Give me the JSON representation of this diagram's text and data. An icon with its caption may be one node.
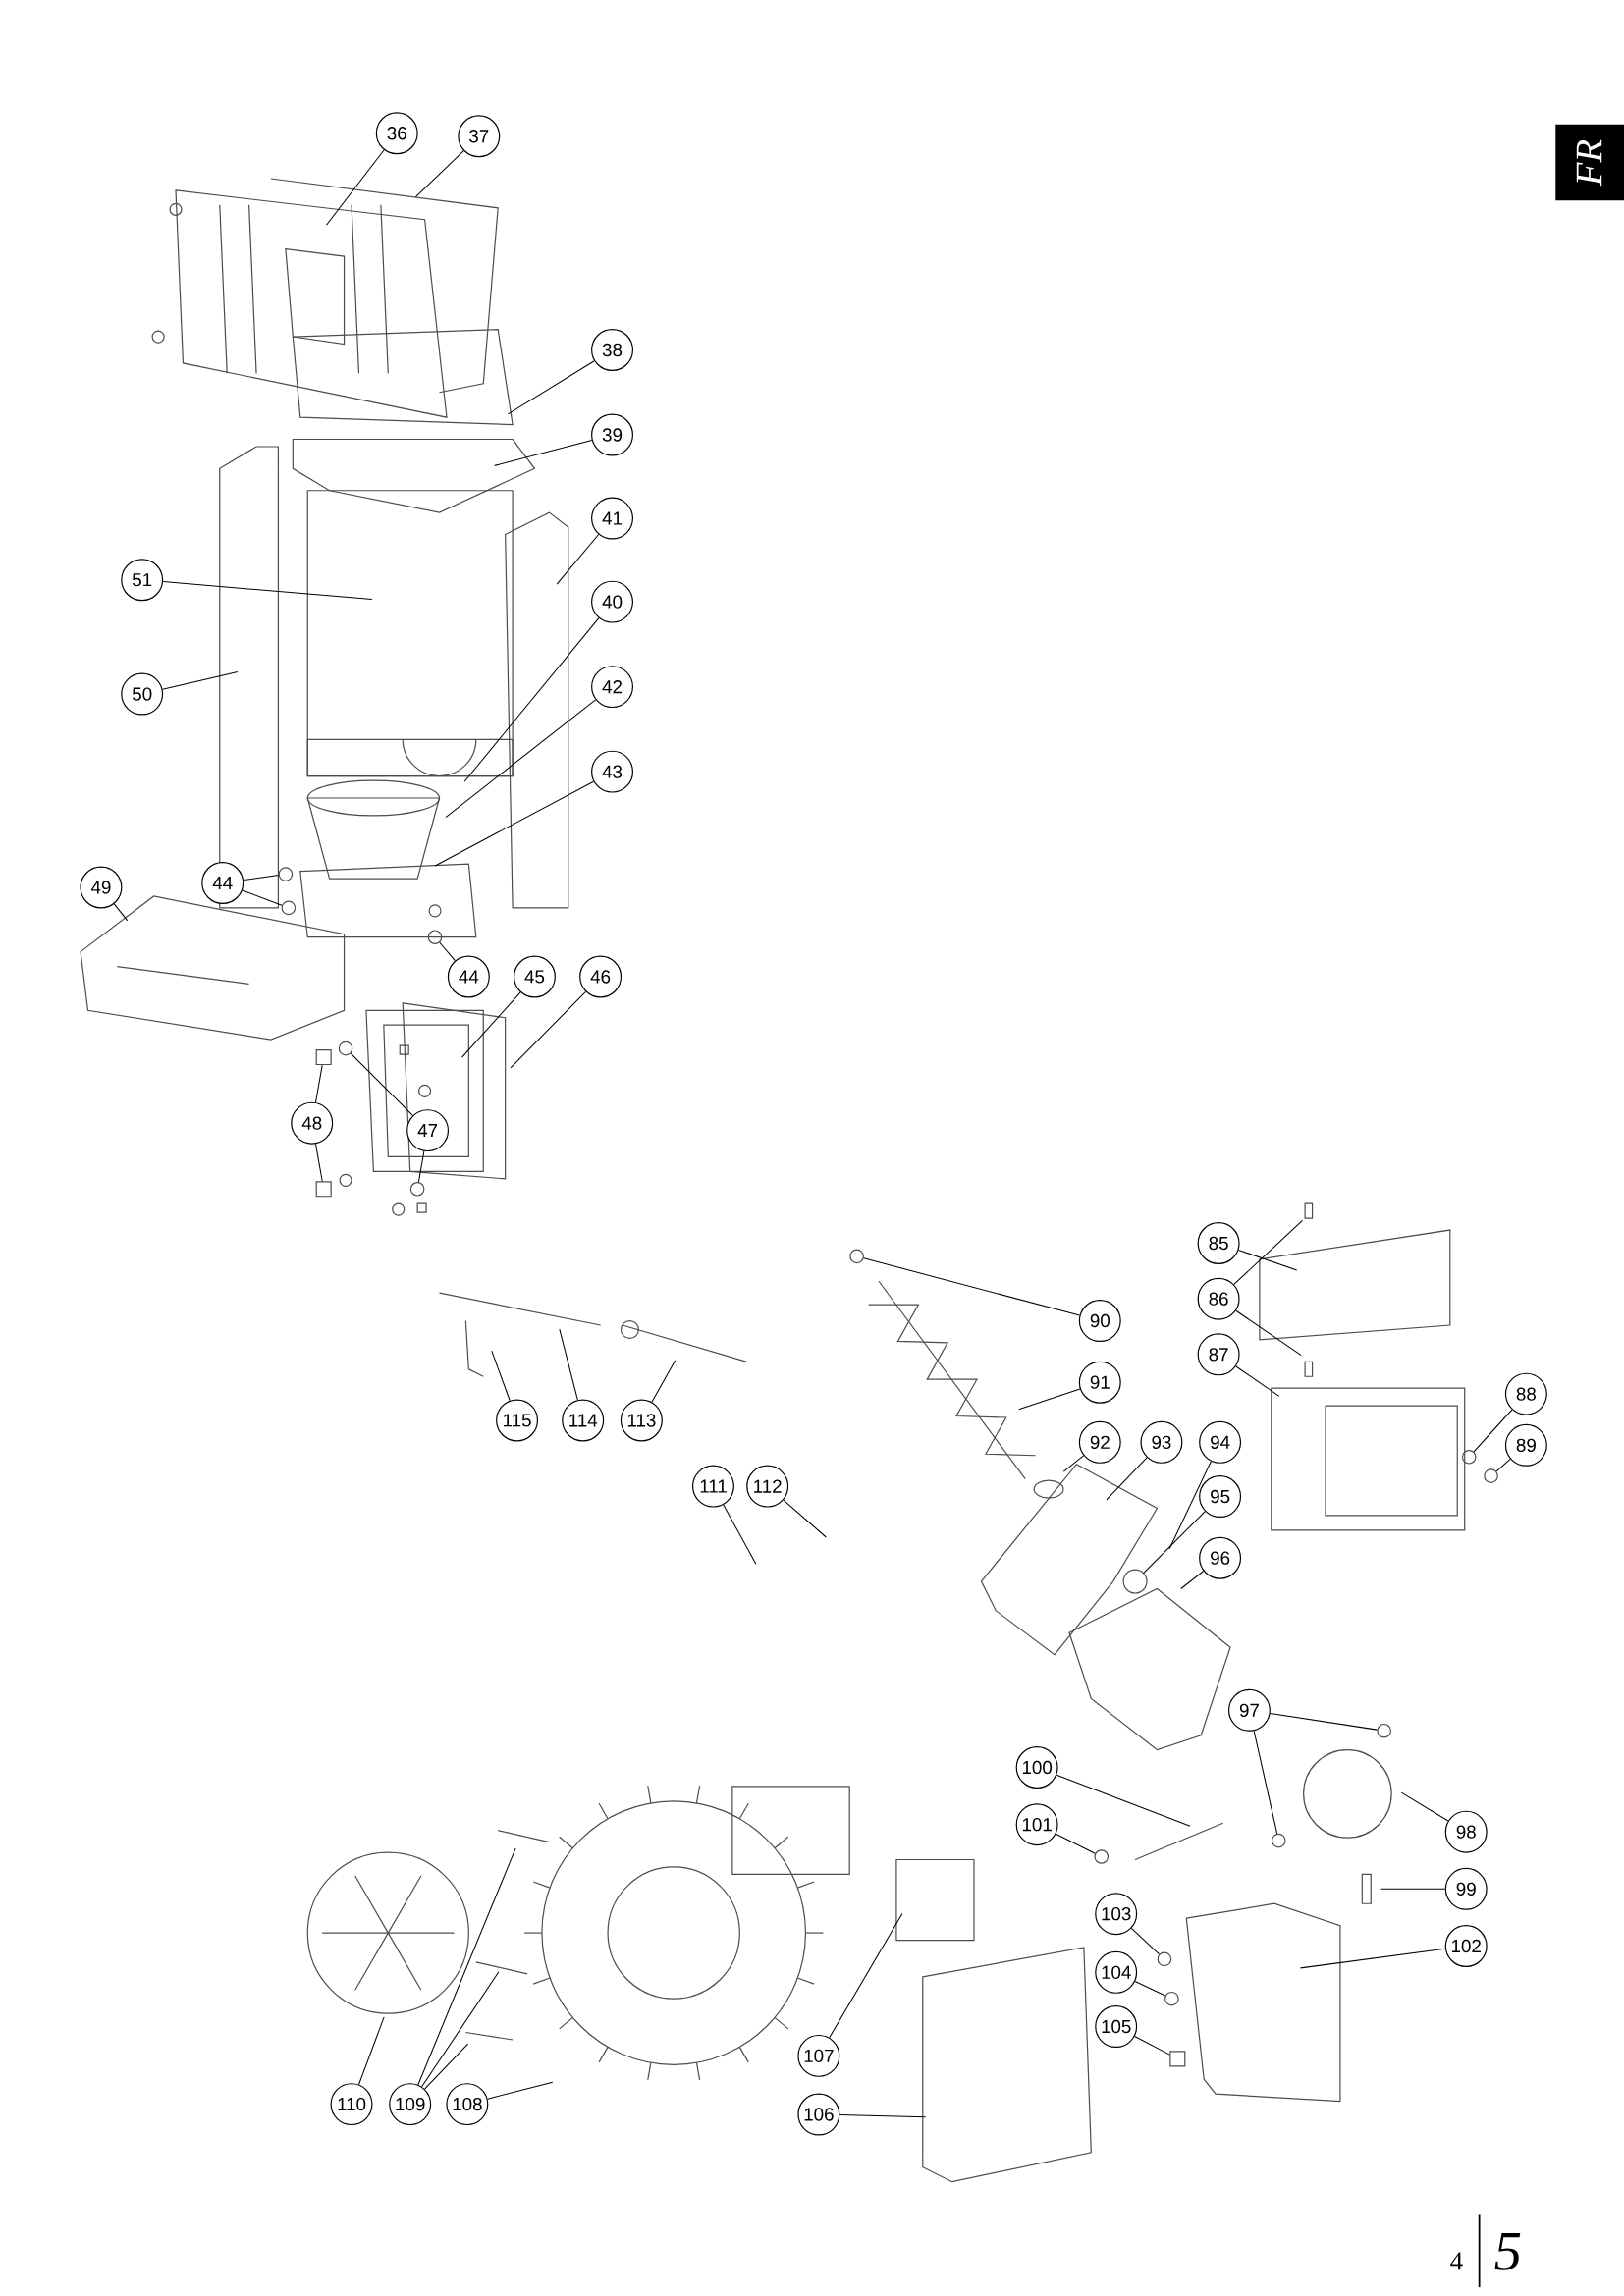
{
  "diagram": {
    "nodes": [
      {
        "text": [
          "36"
        ]
      },
      {
        "text": [
          "37"
        ]
      },
      {
        "text": [
          "38"
        ]
      },
      {
        "text": [
          "39"
        ]
      },
      {
        "text": [
          "41"
        ]
      },
      {
        "text": [
          "51"
        ]
      },
      {
        "text": [
          "40"
        ]
      },
      {
        "text": [
          "50"
        ]
      },
      {
        "text": [
          "42"
        ]
      },
      {
        "text": [
          "43"
        ]
      },
      {
        "text": [
          "49"
        ]
      },
      {
        "text": [
          "44"
        ]
      },
      {
        "text": [
          "44"
        ]
      },
      {
        "text": [
          "45"
        ]
      },
      {
        "text": [
          "46"
        ]
      },
      {
        "text": [
          "48"
        ]
      },
      {
        "text": [
          "47"
        ]
      },
      {
        "text": [
          "85"
        ]
      },
      {
        "text": [
          "90"
        ]
      },
      {
        "text": [
          "86"
        ]
      },
      {
        "text": [
          "87"
        ]
      },
      {
        "text": [
          "91"
        ]
      },
      {
        "text": [
          "88"
        ]
      },
      {
        "text": [
          "115"
        ]
      },
      {
        "text": [
          "114"
        ]
      },
      {
        "text": [
          "113"
        ]
      },
      {
        "text": [
          "92"
        ]
      },
      {
        "text": [
          "93"
        ]
      },
      {
        "text": [
          "94"
        ]
      },
      {
        "text": [
          "89"
        ]
      },
      {
        "text": [
          "111"
        ]
      },
      {
        "text": [
          "112"
        ]
      },
      {
        "text": [
          "95"
        ]
      },
      {
        "text": [
          "96"
        ]
      },
      {
        "text": [
          "97"
        ]
      },
      {
        "text": [
          "100"
        ]
      },
      {
        "text": [
          "101"
        ]
      },
      {
        "text": [
          "98"
        ]
      },
      {
        "text": [
          "99"
        ]
      },
      {
        "text": [
          "103"
        ]
      },
      {
        "text": [
          "102"
        ]
      },
      {
        "text": [
          "104"
        ]
      },
      {
        "text": [
          "105"
        ]
      },
      {
        "text": [
          "107"
        ]
      },
      {
        "text": [
          "110"
        ]
      },
      {
        "text": [
          "109"
        ]
      },
      {
        "text": [
          "108"
        ]
      },
      {
        "text": [
          "106"
        ]
      },
      {
        "text": [],
        "shape": "circle"
      },
      {
        "text": [],
        "shape": "circle"
      },
      {
        "text": [],
        "shape": "circle"
      },
      {
        "text": [],
        "shape": "box"
      },
      {
        "text": [],
        "shape": "box"
      },
      {
        "text": [],
        "shape": "circle"
      },
      {
        "text": [],
        "shape": "circle"
      },
      {
        "text": [],
        "shape": "circle"
      },
      {
        "text": [],
        "shape": "circle"
      },
      {
        "text": [],
        "shape": "circle"
      },
      {
        "text": [],
        "shape": "circle"
      },
      {
        "text": [],
        "shape": "circle"
      },
      {
        "text": [],
        "shape": "circle"
      },
      {
        "text": [],
        "shape": "circle"
      },
      {
        "text": [],
        "shape": "circle"
      },
      {
        "text": [],
        "shape": "box"
      }
    ],
    "edges": [
      {
        "from": 0,
        "to": null,
        "arrow": "none"
      },
      {
        "from": 1,
        "to": null,
        "arrow": "none"
      },
      {
        "from": 2,
        "to": null,
        "arrow": "none"
      },
      {
        "from": 3,
        "to": null,
        "arrow": "none"
      },
      {
        "from": 4,
        "to": null,
        "arrow": "none"
      },
      {
        "from": 5,
        "to": null,
        "arrow": "none"
      },
      {
        "from": 6,
        "to": null,
        "arrow": "none"
      },
      {
        "from": 7,
        "to": null,
        "arrow": "none"
      },
      {
        "from": 8,
        "to": null,
        "arrow": "none"
      },
      {
        "from": 9,
        "to": null,
        "arrow": "none"
      },
      {
        "from": 10,
        "to": null,
        "arrow": "none"
      },
      {
        "from": 11,
        "to": 48,
        "arrow": "none"
      },
      {
        "from": 11,
        "to": 49,
        "arrow": "none"
      },
      {
        "from": 12,
        "to": 50,
        "arrow": "none"
      },
      {
        "from": 13,
        "to": null,
        "arrow": "none"
      },
      {
        "from": 14,
        "to": null,
        "arrow": "none"
      },
      {
        "from": 15,
        "to": 51,
        "arrow": "none"
      },
      {
        "from": 15,
        "to": 52,
        "arrow": "none"
      },
      {
        "from": 16,
        "to": 53,
        "arrow": "none"
      },
      {
        "from": 16,
        "to": 54,
        "arrow": "none"
      },
      {
        "from": 17,
        "to": null,
        "arrow": "none"
      },
      {
        "from": 18,
        "to": 55,
        "arrow": "none"
      },
      {
        "from": 19,
        "to": null,
        "arrow": "none"
      },
      {
        "from": 19,
        "to": null,
        "arrow": "none"
      },
      {
        "from": 20,
        "to": null,
        "arrow": "none"
      },
      {
        "from": 21,
        "to": null,
        "arrow": "none"
      },
      {
        "from": 22,
        "to": 56,
        "arrow": "none"
      },
      {
        "from": 23,
        "to": null,
        "arrow": "none"
      },
      {
        "from": 24,
        "to": null,
        "arrow": "none"
      },
      {
        "from": 25,
        "to": null,
        "arrow": "none"
      },
      {
        "from": 26,
        "to": null,
        "arrow": "none"
      },
      {
        "from": 27,
        "to": null,
        "arrow": "none"
      },
      {
        "from": 28,
        "to": null,
        "arrow": "none"
      },
      {
        "from": 29,
        "to": 57,
        "arrow": "none"
      },
      {
        "from": 30,
        "to": null,
        "arrow": "none"
      },
      {
        "from": 31,
        "to": null,
        "arrow": "none"
      },
      {
        "from": 32,
        "to": null,
        "arrow": "none"
      },
      {
        "from": 33,
        "to": null,
        "arrow": "none"
      },
      {
        "from": 34,
        "to": 58,
        "arrow": "none"
      },
      {
        "from": 34,
        "to": 59,
        "arrow": "none"
      },
      {
        "from": 35,
        "to": null,
        "arrow": "none"
      },
      {
        "from": 36,
        "to": 60,
        "arrow": "none"
      },
      {
        "from": 37,
        "to": null,
        "arrow": "none"
      },
      {
        "from": 38,
        "to": null,
        "arrow": "none"
      },
      {
        "from": 39,
        "to": 61,
        "arrow": "none"
      },
      {
        "from": 40,
        "to": null,
        "arrow": "none"
      },
      {
        "from": 41,
        "to": 62,
        "arrow": "none"
      },
      {
        "from": 42,
        "to": 63,
        "arrow": "none"
      },
      {
        "from": 43,
        "to": null,
        "arrow": "none"
      },
      {
        "from": 44,
        "to": null,
        "arrow": "none"
      },
      {
        "from": 45,
        "to": null,
        "arrow": "none"
      },
      {
        "from": 45,
        "to": null,
        "arrow": "none"
      },
      {
        "from": 45,
        "to": null,
        "arrow": "none"
      },
      {
        "from": 46,
        "to": null,
        "arrow": "none"
      },
      {
        "from": 47,
        "to": null,
        "arrow": "none"
      }
    ],
    "labels": [
      "FR",
      "4",
      "5"
    ]
  }
}
